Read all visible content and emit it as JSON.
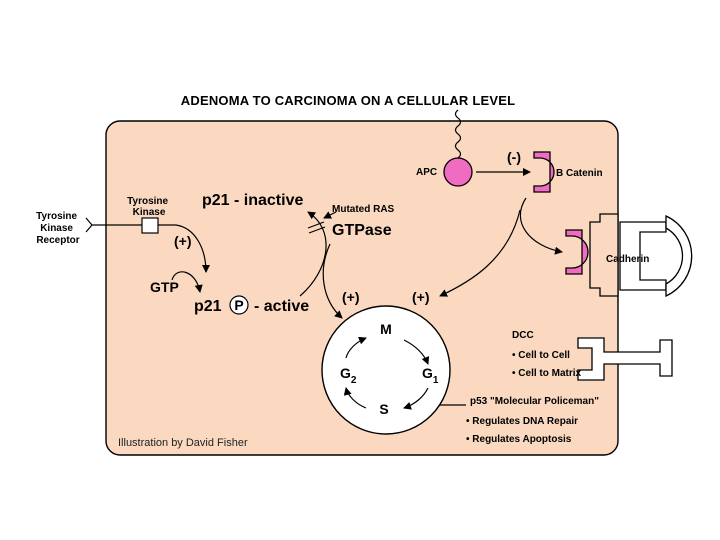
{
  "title": "ADENOMA TO CARCINOMA ON A CELLULAR LEVEL",
  "colors": {
    "cell_fill": "#fad9c0",
    "pink": "#f06cc0",
    "stroke": "#000000",
    "background": "#ffffff"
  },
  "labels": {
    "receptor": [
      "Tyrosine",
      "Kinase",
      "Receptor"
    ],
    "kinase": [
      "Tyrosine",
      "Kinase"
    ],
    "p21_inactive": "p21 - inactive",
    "plus_kinase": "(+)",
    "gtp": "GTP",
    "p21_prefix": "p21",
    "p21_phospho": "P",
    "p21_active_suffix": "- active",
    "mutated_ras": "Mutated RAS",
    "gtpase": "GTPase",
    "plus_left": "(+)",
    "plus_right": "(+)",
    "apc": "APC",
    "minus": "(-)",
    "b_catenin": "B Catenin",
    "cadherin": "Cadherin",
    "dcc": "DCC",
    "dcc_items": [
      "• Cell to Cell",
      "• Cell to Matrix"
    ],
    "p53": "p53 \"Molecular Policeman\"",
    "p53_items": [
      "• Regulates DNA Repair",
      "• Regulates Apoptosis"
    ],
    "phase_m": "M",
    "phase_g2": "G",
    "phase_g2_sub": "2",
    "phase_g1": "G",
    "phase_g1_sub": "1",
    "phase_s": "S",
    "credit": "Illustration by David Fisher"
  }
}
